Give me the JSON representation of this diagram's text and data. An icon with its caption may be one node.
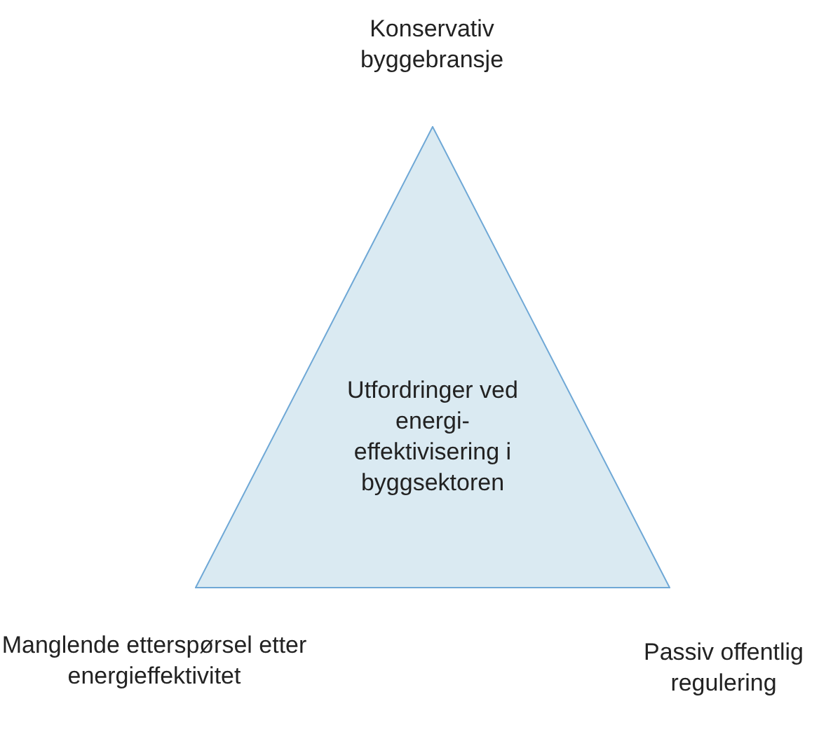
{
  "diagram": {
    "nodes": [
      {
        "text": [
          "Utfordringer ved energi- effektivisering i byggsektoren"
        ]
      }
    ],
    "labels": [
      "Konservativ byggebransje",
      "Manglende etterspørsel etter energieffektivitet",
      "Passiv offentlig regulering"
    ]
  }
}
